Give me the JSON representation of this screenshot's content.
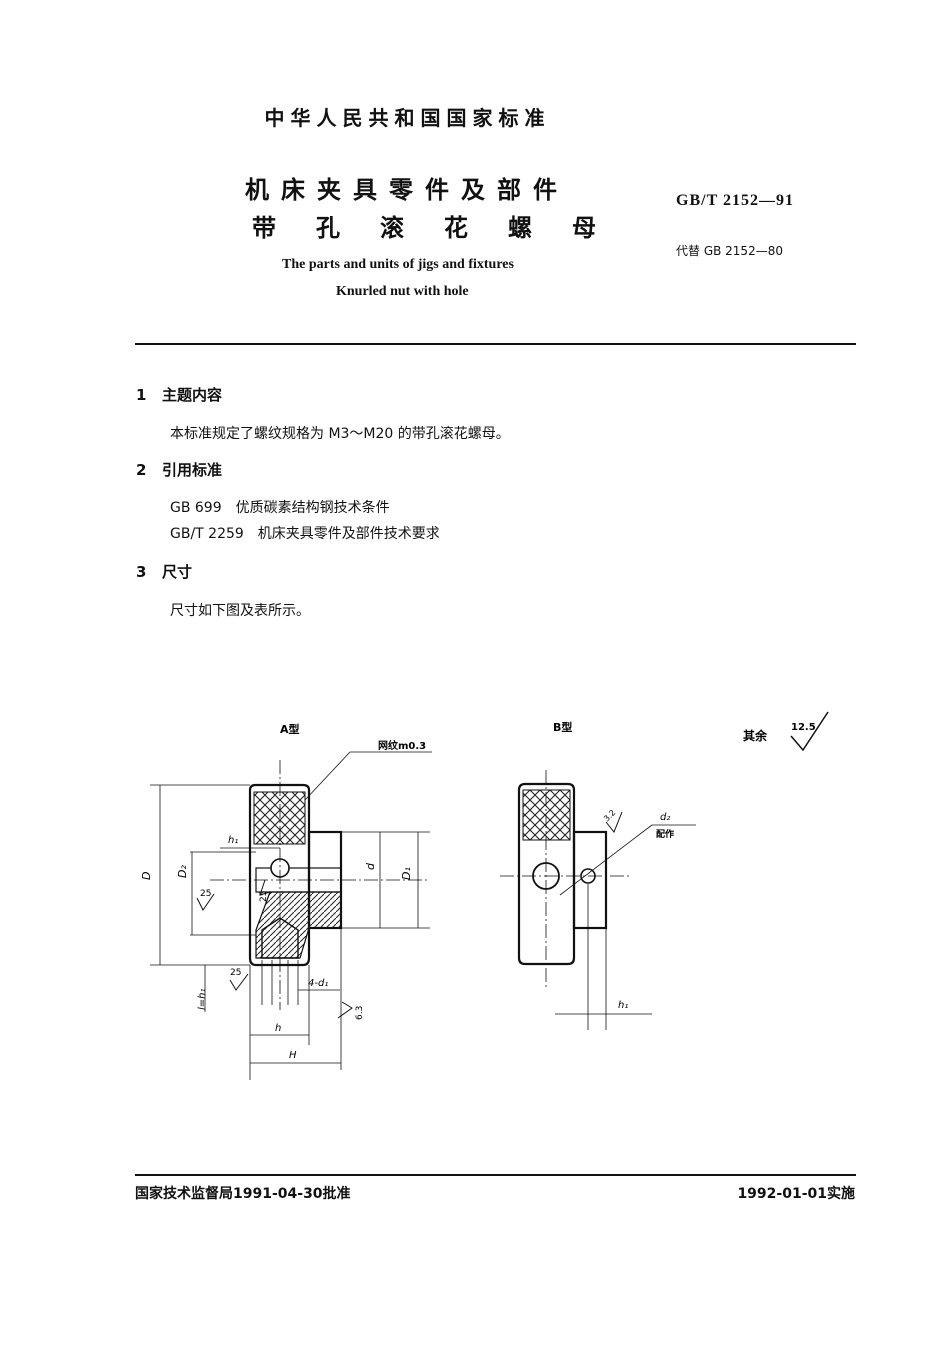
{
  "header": {
    "org": "中华人民共和国国家标准",
    "title_line1": "机床夹具零件及部件",
    "title_line2": "带孔滚花螺母",
    "title_en_line1": "The parts and units of jigs and fixtures",
    "title_en_line2": "Knurled nut with hole",
    "std_code": "GB/T 2152—91",
    "replaces": "代替 GB 2152—80"
  },
  "sections": [
    {
      "num": "1",
      "title": "主题内容",
      "body": [
        "本标准规定了螺纹规格为 M3～M20 的带孔滚花螺母。"
      ]
    },
    {
      "num": "2",
      "title": "引用标准",
      "body": [
        "GB 699　优质碳素结构钢技术条件",
        "GB/T 2259　机床夹具零件及部件技术要求"
      ]
    },
    {
      "num": "3",
      "title": "尺寸",
      "body": [
        "尺寸如下图及表所示。"
      ]
    }
  ],
  "drawing": {
    "type_a": "A型",
    "type_b": "B型",
    "knurl_note": "网纹m0.3",
    "roughness_rest_label": "其余",
    "roughness_rest_value": "12.5",
    "dim_D": "D",
    "dim_D2": "D₂",
    "dim_d": "d",
    "dim_D1": "D₁",
    "dim_h1": "h₁",
    "dim_h": "h",
    "dim_H": "H",
    "dim_l": "l=h₁",
    "dim_4d1": "4-d₁",
    "dim_d2": "d₂",
    "peizuo": "配作",
    "rough_25": "25",
    "rough_63": "6.3",
    "rough_32": "3.2"
  },
  "footer": {
    "approval": "国家技术监督局1991-04-30批准",
    "effective": "1992-01-01实施"
  }
}
